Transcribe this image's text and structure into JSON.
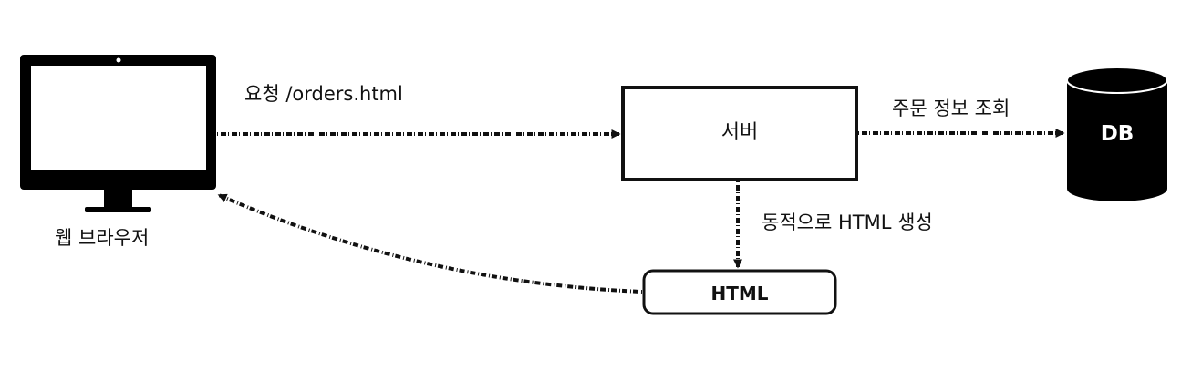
{
  "nodes": {
    "browser": {
      "label": "웹 브라우저",
      "icon": "monitor-icon"
    },
    "server": {
      "label": "서버"
    },
    "database": {
      "label": "DB",
      "icon": "database-icon"
    },
    "html_doc": {
      "label": "HTML"
    }
  },
  "edges": {
    "request": {
      "label": "요청 /orders.html"
    },
    "query": {
      "label": "주문 정보 조회"
    },
    "generate": {
      "label": "동적으로 HTML 생성"
    },
    "response": {
      "label": ""
    }
  },
  "colors": {
    "stroke": "#111111",
    "background": "#ffffff",
    "fill": "#000000",
    "db_text": "#ffffff"
  }
}
